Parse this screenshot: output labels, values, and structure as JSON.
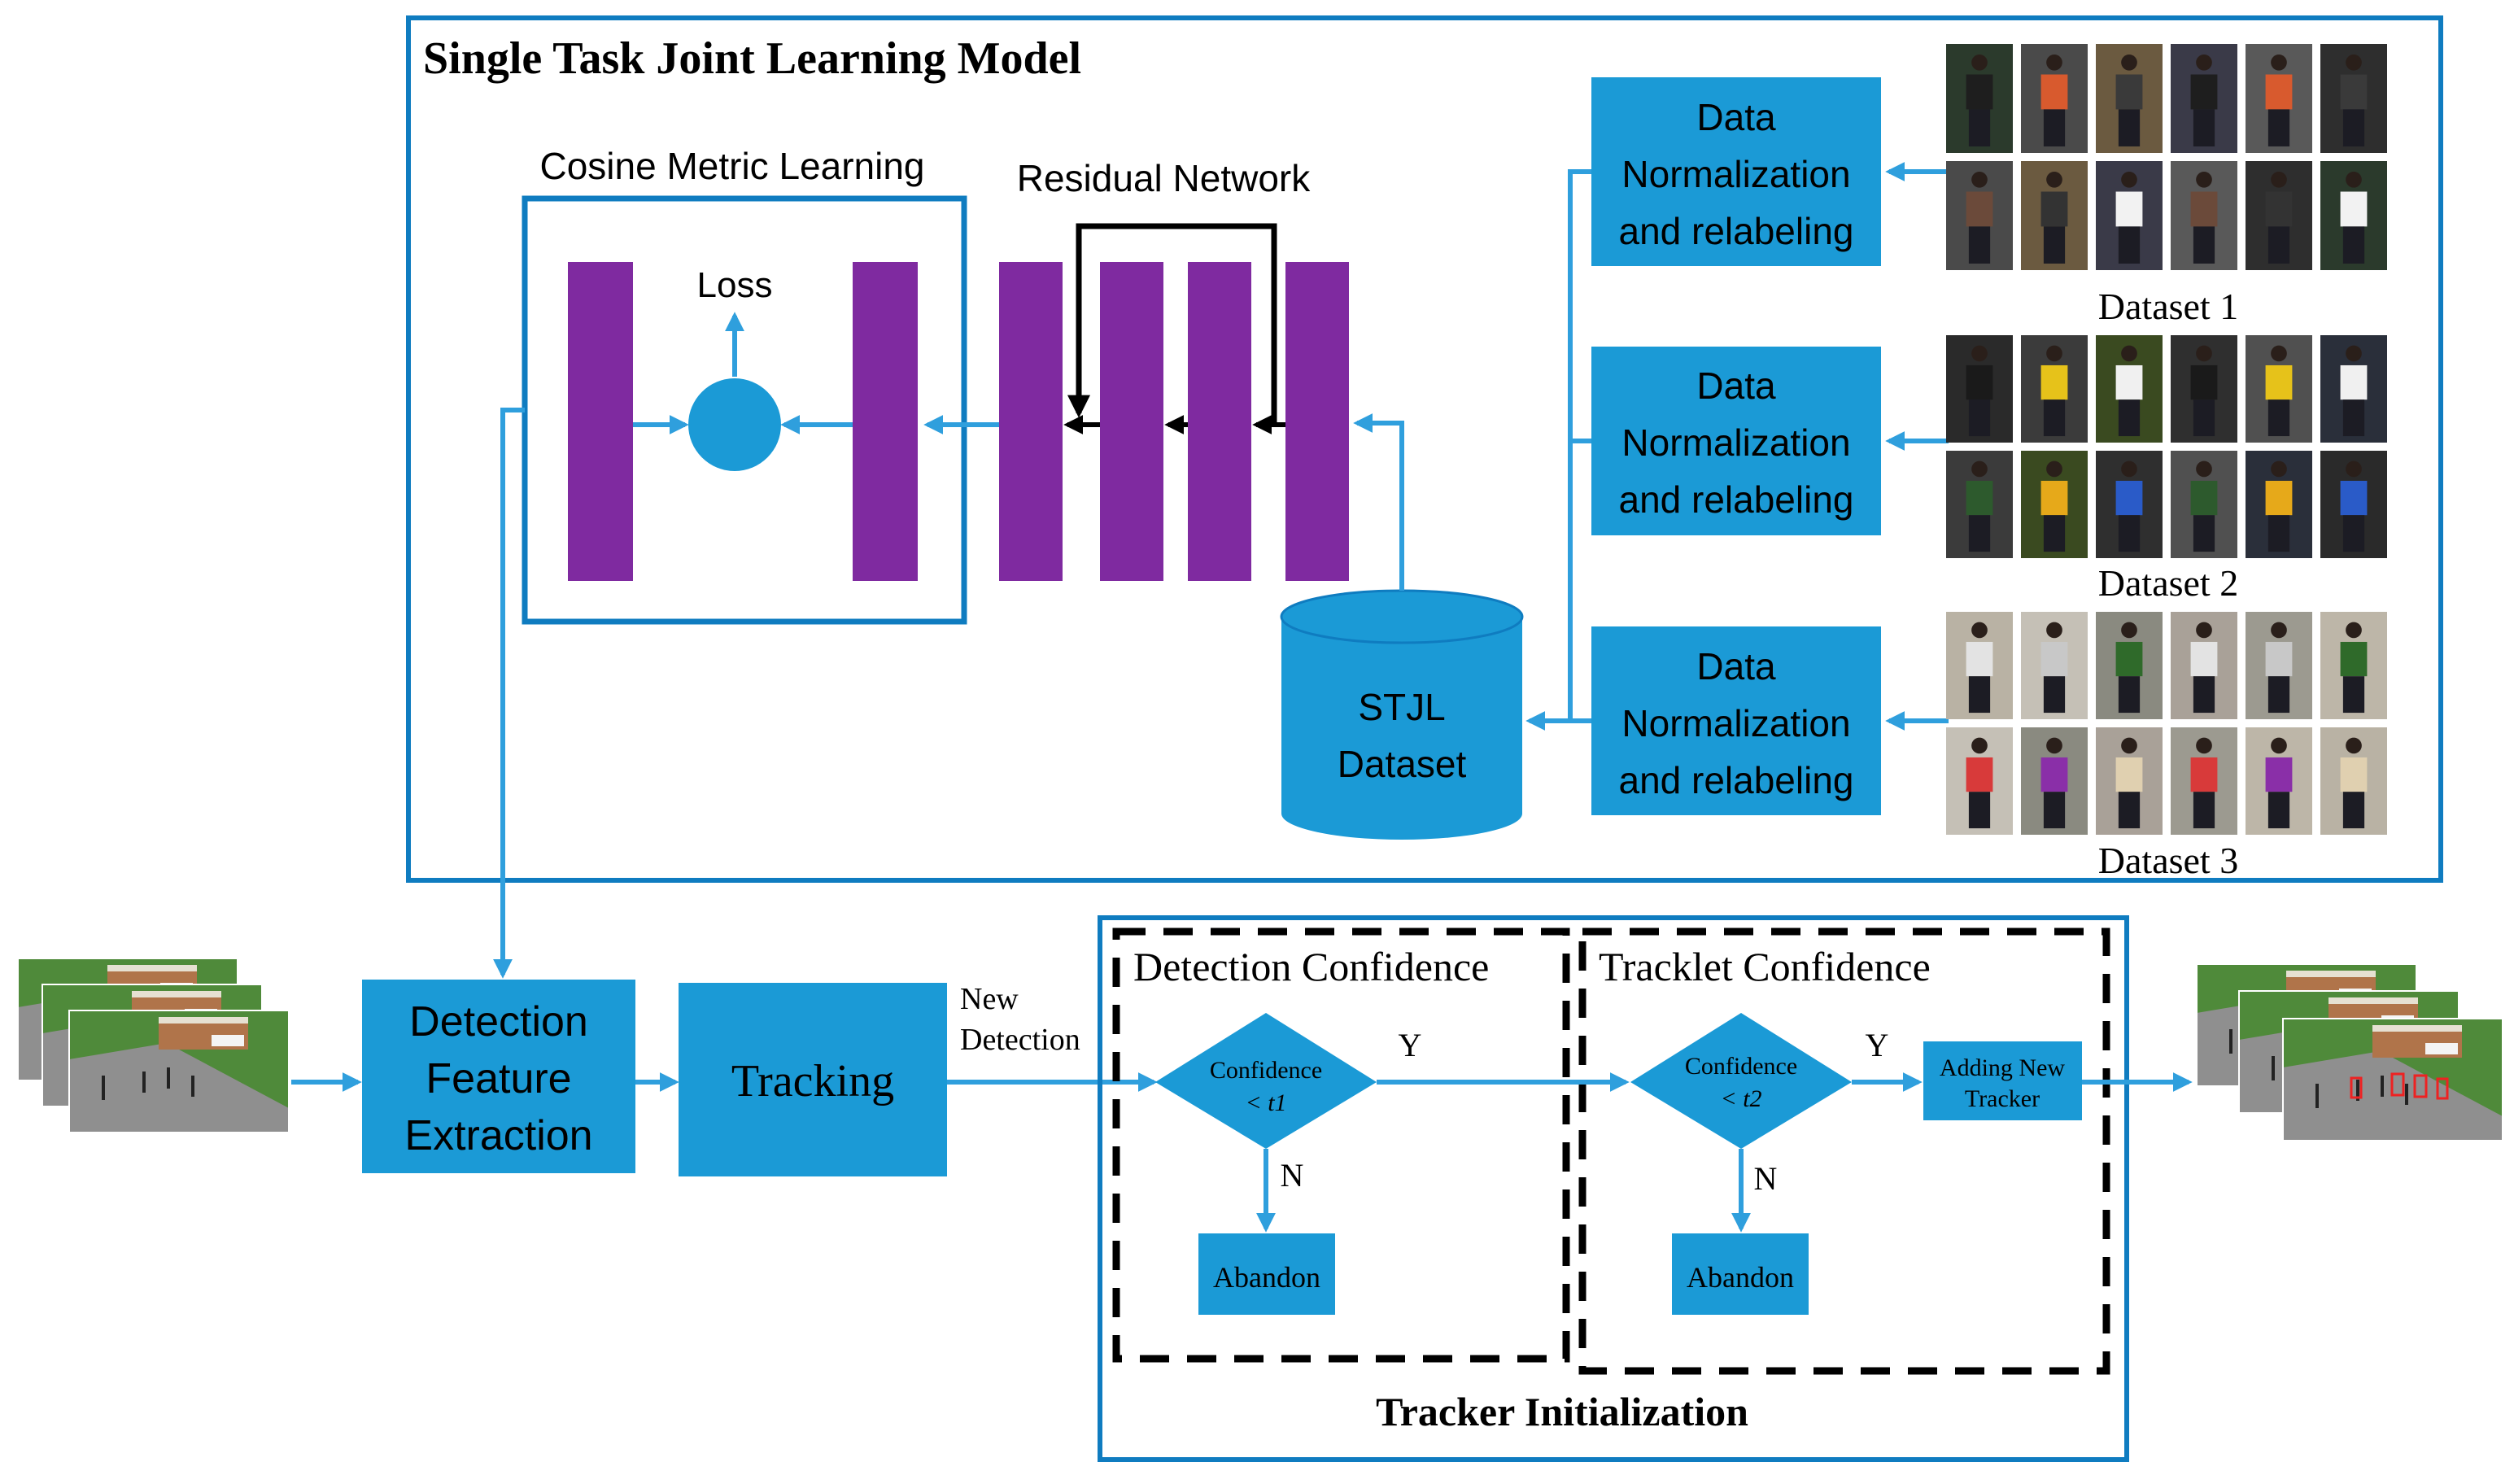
{
  "stjl": {
    "title": "Single Task Joint Learning Model",
    "cml_label": "Cosine Metric Learning",
    "residual_label": "Residual Network",
    "loss_label": "Loss",
    "dataset_db": [
      "STJL",
      "Dataset"
    ],
    "normalization": [
      "Data",
      "Normalization",
      "and relabeling"
    ],
    "datasets": [
      "Dataset 1",
      "Dataset 2",
      "Dataset 3"
    ]
  },
  "pipeline": {
    "detection_feature": [
      "Detection",
      "Feature",
      "Extraction"
    ],
    "tracking": "Tracking",
    "new_detection": [
      "New",
      "Detection"
    ]
  },
  "tracker_init": {
    "title": "Tracker Initialization",
    "detection_confidence": "Detection Confidence",
    "tracklet_confidence": "Tracklet Confidence",
    "decision1": [
      "Confidence",
      "< t1"
    ],
    "decision2": [
      "Confidence",
      "< t2"
    ],
    "yes": "Y",
    "no": "N",
    "abandon": "Abandon",
    "adding": [
      "Adding New",
      "Tracker"
    ]
  },
  "colors": {
    "box_blue": "#1b9ad6",
    "frame_blue": "#0f7cc0",
    "layer_purple": "#7f2aa0",
    "arrow_blue": "#2f9fdd",
    "grass": "#4f8a3a",
    "road": "#8f8f8f"
  }
}
